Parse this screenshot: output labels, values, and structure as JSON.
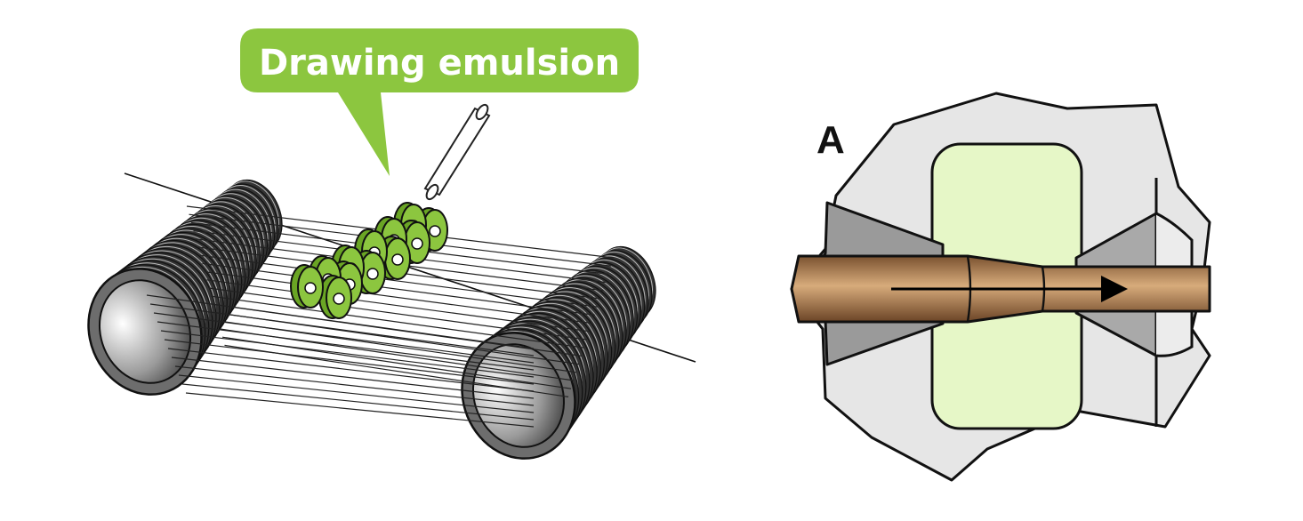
{
  "callout": {
    "label": "Drawing emulsion"
  },
  "detail": {
    "label": "A"
  },
  "colors": {
    "callout_green": "#8cc63f",
    "die_green": "#7fbf2a",
    "die_green_light": "#e6f7c7",
    "wire_brown": "#a5703f",
    "housing_gray": "#e6e6e6",
    "cone_gray": "#9a9a9a",
    "roller_dark": "#333333"
  },
  "icons": [
    "capstan-roller-left",
    "capstan-roller-right",
    "wire-die",
    "emulsion-nozzle",
    "flow-arrow"
  ]
}
